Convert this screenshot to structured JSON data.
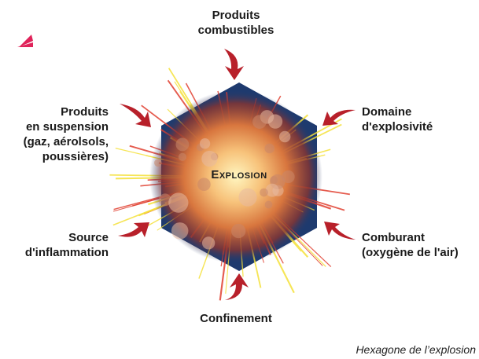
{
  "diagram": {
    "center_label": "Explosion",
    "factors": {
      "top": [
        "Produits",
        "combustibles"
      ],
      "upper_left": [
        "Produits",
        "en suspension",
        "(gaz, aérolsols,",
        "poussières)"
      ],
      "upper_right": [
        "Domaine",
        "d'explosivité"
      ],
      "lower_left": [
        "Source",
        "d'inflammation"
      ],
      "lower_right": [
        "Comburant",
        "(oxygène de l'air)"
      ],
      "bottom": [
        "Confinement"
      ]
    },
    "caption": "Hexagone de l’explosion"
  },
  "colors": {
    "hexagon": "#1e3a6e",
    "arrow": "#b8202a",
    "logo": "#e0235a",
    "burst_core": "#fff4b0",
    "burst_mid": "#f0a050",
    "burst_outer": "#c04a3a",
    "ray_yellow": "#f5e03a",
    "ray_red": "#e04030"
  }
}
